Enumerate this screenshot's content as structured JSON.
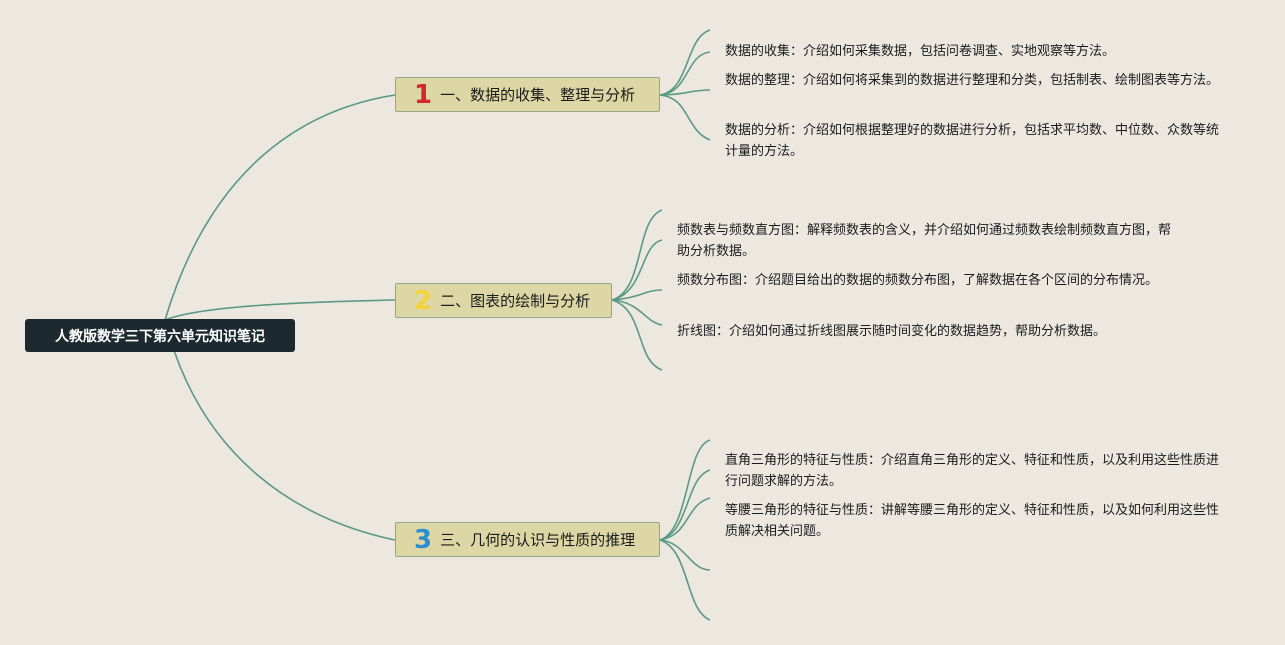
{
  "colors": {
    "background": "#ece8e0",
    "root_fill": "#1c2a30",
    "branch_fill": "#dcd7a4",
    "connector": "#5a9a84",
    "badge_1": "#d6262b",
    "badge_2": "#f2d33a",
    "badge_3": "#2a8fd0"
  },
  "root": {
    "title": "人教版数学三下第六单元知识笔记"
  },
  "branches": [
    {
      "badge": "1",
      "title": "一、数据的收集、整理与分析",
      "items": [
        "数据的收集：介绍如何采集数据，包括问卷调查、实地观察等方法。",
        "数据的整理：介绍如何将采集到的数据进行整理和分类，包括制表、绘制图表等方法。",
        "数据的分析：介绍如何根据整理好的数据进行分析，包括求平均数、中位数、众数等统计量的方法。"
      ]
    },
    {
      "badge": "2",
      "title": "二、图表的绘制与分析",
      "items": [
        "频数表与频数直方图：解释频数表的含义，并介绍如何通过频数表绘制频数直方图，帮助分析数据。",
        "频数分布图：介绍题目给出的数据的频数分布图，了解数据在各个区间的分布情况。",
        "折线图：介绍如何通过折线图展示随时间变化的数据趋势，帮助分析数据。"
      ]
    },
    {
      "badge": "3",
      "title": "三、几何的认识与性质的推理",
      "items": [
        "直角三角形的特征与性质：介绍直角三角形的定义、特征和性质，以及利用这些性质进行问题求解的方法。",
        "等腰三角形的特征与性质：讲解等腰三角形的定义、特征和性质，以及如何利用这些性质解决相关问题。"
      ]
    }
  ]
}
